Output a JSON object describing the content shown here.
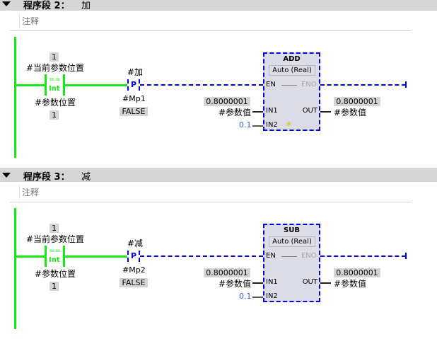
{
  "networks": [
    {
      "title": "程序段 2：",
      "subtitle": "加",
      "comment": "注释",
      "compare": {
        "in1": "#当前参数位置",
        "in1_value": "1",
        "op": "==",
        "type": "Int",
        "in2": "#参数位置",
        "in2_value": "1"
      },
      "edge": {
        "operand": "#加",
        "symbol": "P",
        "memory": "#Mp1",
        "state": "FALSE"
      },
      "box": {
        "name": "ADD",
        "type": "Auto (Real)",
        "en": "EN",
        "eno": "ENO",
        "in1": "IN1",
        "in2": "IN2",
        "out": "OUT",
        "in1_operand": "#参数值",
        "in1_value": "0.8000001",
        "in2_value": "0.1",
        "out_operand": "#参数值",
        "out_value": "0.8000001",
        "add_input": "✳"
      }
    },
    {
      "title": "程序段 3：",
      "subtitle": "减",
      "comment": "注释",
      "compare": {
        "in1": "#当前参数位置",
        "in1_value": "1",
        "op": "==",
        "type": "Int",
        "in2": "#参数位置",
        "in2_value": "1"
      },
      "edge": {
        "operand": "#减",
        "symbol": "P",
        "memory": "#Mp2",
        "state": "FALSE"
      },
      "box": {
        "name": "SUB",
        "type": "Auto (Real)",
        "en": "EN",
        "eno": "ENO",
        "in1": "IN1",
        "in2": "IN2",
        "out": "OUT",
        "in1_operand": "#参数值",
        "in1_value": "0.8000001",
        "in2_value": "0.1",
        "out_operand": "#参数值",
        "out_value": "0.8000001",
        "add_input": ""
      }
    }
  ],
  "colors": {
    "energized": "#16e816",
    "unpowered": "#0000e0"
  }
}
